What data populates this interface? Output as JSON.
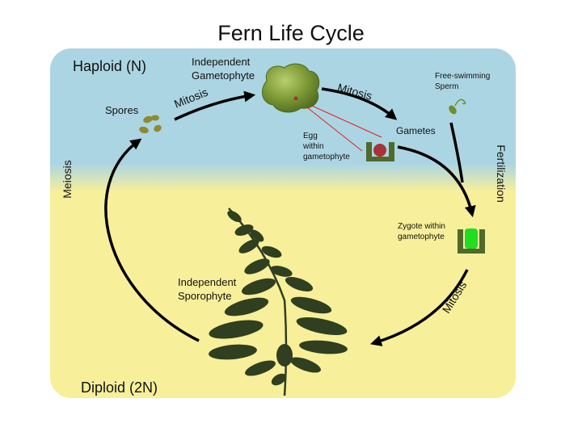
{
  "title": "Fern Life Cycle",
  "regions": {
    "haploid": "Haploid (N)",
    "diploid": "Diploid (2N)"
  },
  "stages": {
    "gametophyte_line1": "Independent",
    "gametophyte_line2": "Gametophyte",
    "spores": "Spores",
    "sperm_line1": "Free-swimming",
    "sperm_line2": "Sperm",
    "gametes": "Gametes",
    "egg_line1": "Egg",
    "egg_line2": "within",
    "egg_line3": "gametophyte",
    "zygote_line1": "Zygote within",
    "zygote_line2": "gametophyte",
    "sporophyte_line1": "Independent",
    "sporophyte_line2": "Sporophyte"
  },
  "processes": {
    "mitosis_left": "Mitosis",
    "mitosis_right": "Mitosis",
    "mitosis_bottom": "Mitosis",
    "fertilization": "Fertilization",
    "meiosis": "Meiosis"
  },
  "colors": {
    "haploid_bg": "#acd5e3",
    "diploid_bg": "#f7ef9a",
    "spore": "#8f8a2e",
    "gametophyte": "#6f8e2c",
    "archegonium": "#4f6a2a",
    "egg": "#a83236",
    "zygote": "#22dd22",
    "pointer_line": "#e0201c"
  }
}
